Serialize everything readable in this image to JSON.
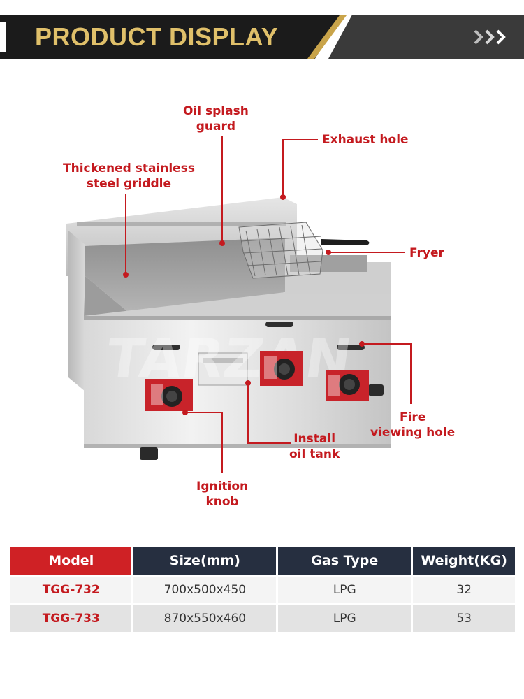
{
  "header": {
    "title": "PRODUCT DISPLAY"
  },
  "product": {
    "watermark": "TARZAN"
  },
  "callouts": {
    "oil_splash_guard": [
      "Oil splash",
      "guard"
    ],
    "exhaust_hole": [
      "Exhaust hole"
    ],
    "griddle": [
      "Thickened stainless",
      "steel griddle"
    ],
    "fryer": [
      "Fryer"
    ],
    "fire_viewing_hole": [
      "Fire",
      "viewing hole"
    ],
    "install_oil_tank": [
      "Install",
      "oil tank"
    ],
    "ignition_knob": [
      "Ignition",
      "knob"
    ]
  },
  "table": {
    "headers": [
      "Model",
      "Size(mm)",
      "Gas Type",
      "Weight(KG)"
    ],
    "rows": [
      [
        "TGG-732",
        "700x500x450",
        "LPG",
        "32"
      ],
      [
        "TGG-733",
        "870x550x460",
        "LPG",
        "53"
      ]
    ]
  },
  "colors": {
    "accent_red": "#c41a1f",
    "gold": "#e0c06a",
    "header_dark": "#262f40"
  }
}
